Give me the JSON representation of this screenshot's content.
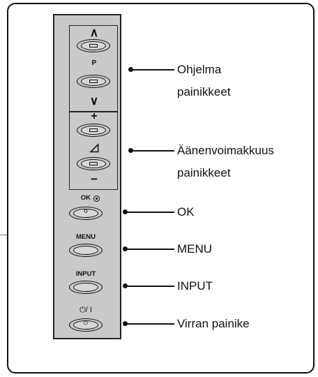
{
  "panel": {
    "up_symbol": "∧",
    "program_symbol": "P",
    "down_symbol": "∨",
    "plus_symbol": "+",
    "volume_symbol": "◿",
    "minus_symbol": "−",
    "ok_label": "OK",
    "ok_button_mark": "o",
    "menu_label": "MENU",
    "input_label": "INPUT",
    "power_label": "⏻/ I",
    "power_button_mark": "⏻"
  },
  "callouts": {
    "program_line1": "Ohjelma",
    "program_line2": "painikkeet",
    "volume_line1": "Äänenvoimakkuus",
    "volume_line2": "painikkeet",
    "ok": "OK",
    "menu": "MENU",
    "input": "INPUT",
    "power": "Virran painike"
  }
}
